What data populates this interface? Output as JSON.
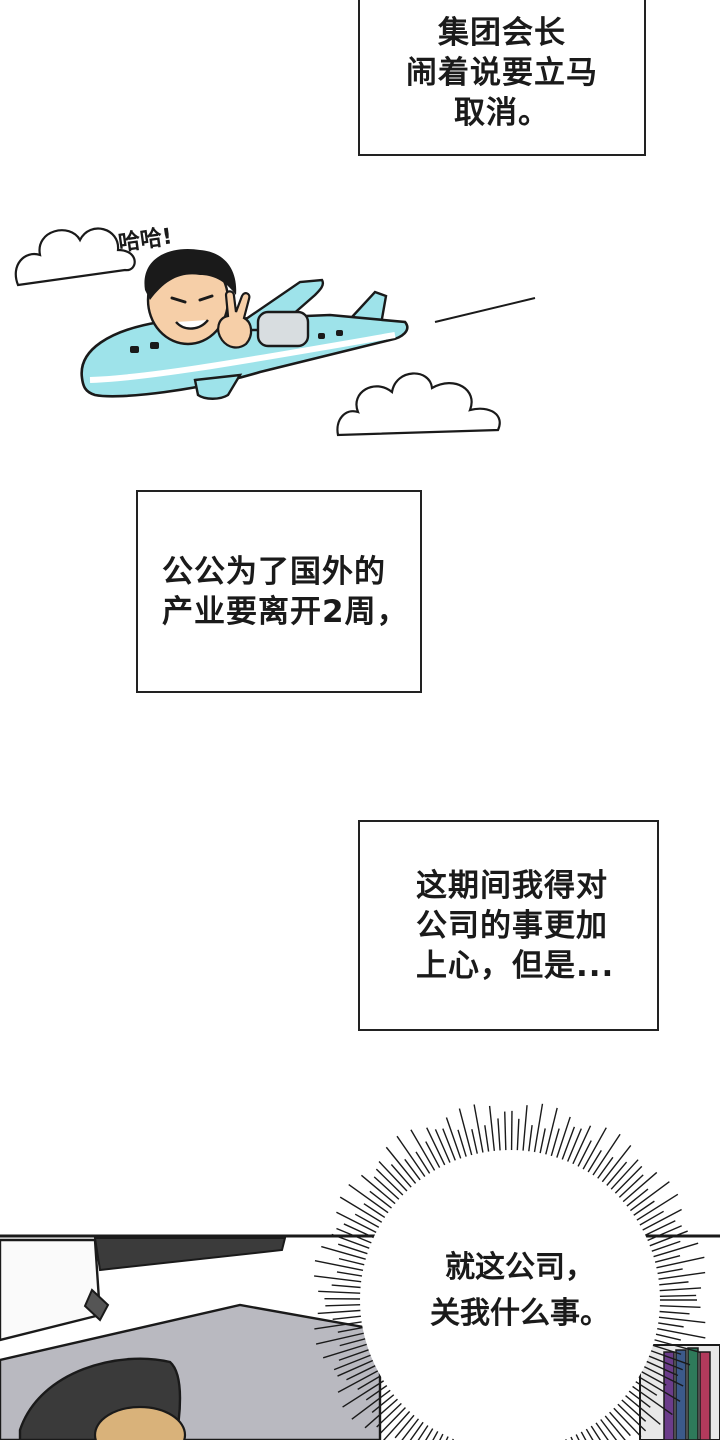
{
  "captions": {
    "box1": {
      "line1": "集团会长",
      "line2": "闹着说要立马",
      "line3": "取消。"
    },
    "box2": {
      "line1": "公公为了国外的",
      "line2": "产业要离开2周，"
    },
    "box3": {
      "line1": "这期间我得对",
      "line2": "公司的事更加",
      "line3": "上心，但是..."
    }
  },
  "sfx": {
    "laugh": "哈哈!"
  },
  "burst": {
    "line1": "就这公司，",
    "line2": "关我什么事。"
  },
  "colors": {
    "plane": "#9ee3ea",
    "ink": "#1a1a1a",
    "paper": "#ffffff"
  }
}
